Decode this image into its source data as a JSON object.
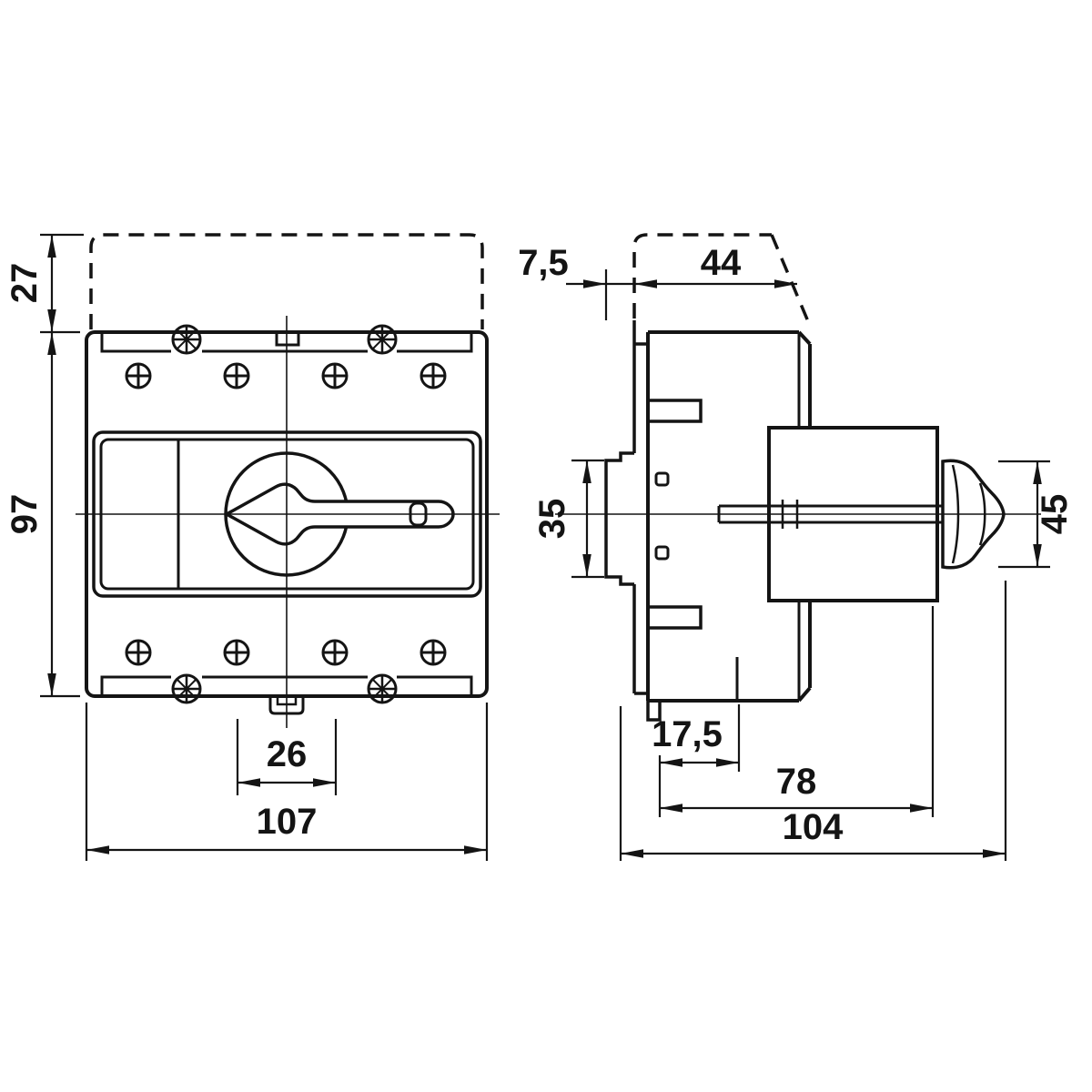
{
  "drawing": {
    "front_view": {
      "dim_top_extension": "27",
      "dim_height": "97",
      "dim_handle_width": "26",
      "dim_width": "107"
    },
    "side_view": {
      "dim_front_offset": "7,5",
      "dim_upper_depth": "44",
      "dim_rail_height": "35",
      "dim_handle_height": "45",
      "dim_foot_depth": "17,5",
      "dim_body_depth": "78",
      "dim_total_depth": "104"
    }
  }
}
